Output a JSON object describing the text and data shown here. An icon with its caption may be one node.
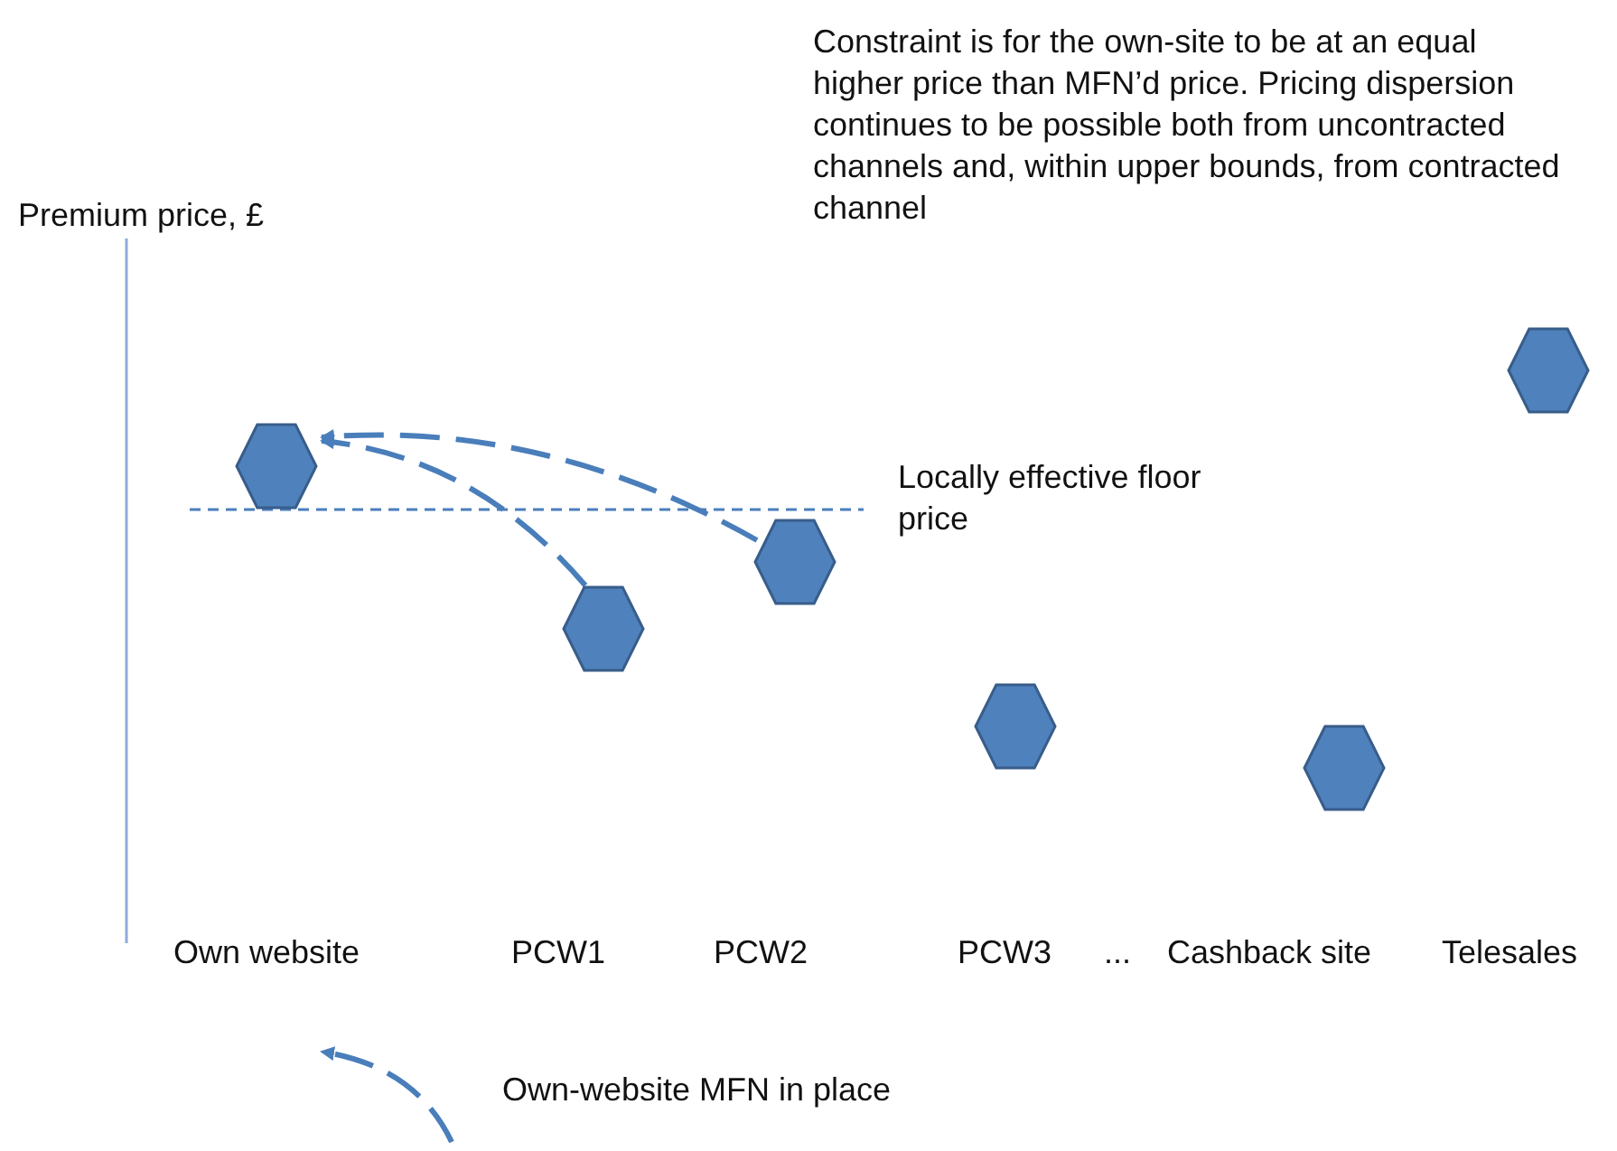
{
  "diagram": {
    "nodes": [
      {
        "text": [],
        "shape": "hexagon"
      },
      {
        "text": [],
        "shape": "hexagon"
      },
      {
        "text": [],
        "shape": "hexagon"
      },
      {
        "text": [],
        "shape": "hexagon"
      },
      {
        "text": [],
        "shape": "hexagon"
      },
      {
        "text": [],
        "shape": "hexagon"
      }
    ],
    "edges": [
      {
        "from": 1,
        "to": 0,
        "arrow": "to",
        "style": "dashed"
      },
      {
        "from": 2,
        "to": 0,
        "arrow": "to",
        "style": "dashed"
      }
    ],
    "labels": [
      "Constraint is for the own-site to be at an equal higher price than MFN’d price. Pricing dispersion continues to be possible both from uncontracted channels and, within upper bounds, from contracted channel",
      "Premium price, £",
      "Locally effective floor price",
      "Own website",
      "PCW1",
      "PCW2",
      "PCW3",
      "...",
      "Cashback site",
      "Telesales"
    ],
    "legend": [
      {
        "text": "Own-website MFN in place"
      }
    ]
  }
}
